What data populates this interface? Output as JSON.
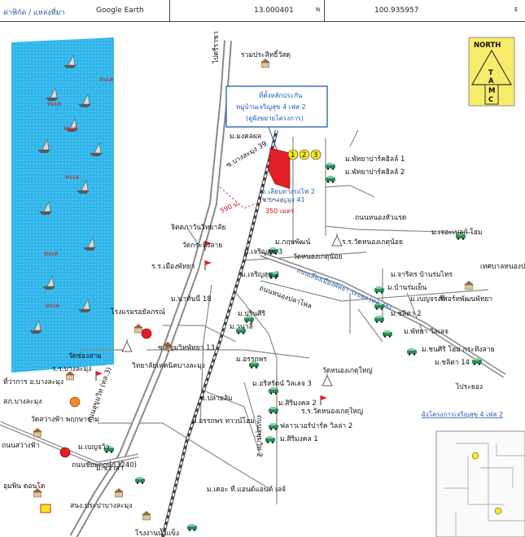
{
  "header": {
    "source_label": "ค่าพิกัด / แหล่งที่มา",
    "source_value": "Google Earth",
    "lat_value": "13.000401",
    "lat_unit": "N",
    "lon_value": "100.935957",
    "lon_unit": "E"
  },
  "north_badge": {
    "top": "NORTH",
    "letters": [
      "T",
      "A",
      "M",
      "C"
    ]
  },
  "sea": {
    "label": "ทะเล"
  },
  "callout": {
    "line1": "ที่ตั้งหลักประกัน",
    "line2": "หมู่บ้านเจริญสุข 4 เฟส 2",
    "line3": "(ดูผังขยายโครงการ)"
  },
  "numbered_markers": [
    "1",
    "2",
    "3"
  ],
  "labels": {
    "thepprasit_market": "รวมประสิทธิ์วัสดุ",
    "to_naklua": "ไปศรีราชา",
    "mongkol": "ม.มงคลผล",
    "soi_bang_lamung_39": "ซ.บางละมุง 39",
    "pattaya_park_1": "ม.พัทยาปาร์คฮิลล์ 1",
    "pattaya_park_2": "ม.พัทยาปาร์คฮิลล์ 2",
    "railway_road": "ถ.เลียบทางรถไฟ 2",
    "soi_bang_lamung_41": "ซ.บางละมุง 41",
    "distance_350": "350 เมตร",
    "distance_590": "590 ม.",
    "jitpawan": "จิตตภาวันวิทยาลัย",
    "wat_krathing": "วัดกระทิงลาย",
    "ror_ror_muang_pattaya": "ร.ร.เมืองพัทยา",
    "moo_krit": "ม.กฤษพัฒน์",
    "charoensuk_3": "ม.เจริญสุข 3",
    "charoensuk_2": "ม.เจริญสุข 2",
    "nong_hua_raet": "ถนนหนองหัวแรด",
    "wat_nong_ket_noi": "ร.ร.วัดหนองเกตุน้อย",
    "wat_nong_ket_noi2": "วัดหนองเกตุน้อย",
    "moo_jecee": "ม.เจอะเบลก์ โฮม",
    "nong_pla_lai": "เทศบาลหนองปลาไหล",
    "moo_natthanan": "ม.นาทันนี่ 18",
    "soi_nong_pla_lai": "ถนนหนองปลาไหล",
    "pattaya_rayong_road": "ถนนเลี่ยงเมืองพัทยา-ระยอง (ทล.36)",
    "pongkarn": "ม.จาริตร บ้านร่มไทร",
    "baan_nuan": "ม.บ้านร่มเย็น",
    "moo_benjarat": "ม.เบญจรงค์",
    "resort_pattaya": "รีสอร์ทพัฒนพัทยา",
    "moo_chalong": "ม.ชลิตา 2",
    "pattaya_village": "ม.พัทยา วิลเลจ",
    "moo_chonsiri": "ม.ชนศิริ โฮม กระทิงลาย",
    "moo_chonsiri_14": "ม.ชลิตา 14",
    "to_rayong": "ไประยอง",
    "moo_prinsiri": "ม.ปรินศิริ",
    "moo_wanadee": "ม.วนาลี",
    "hotel": "โรงแรมรอยัลภรณ์",
    "soi_sukhumvit_13": "ซ.สุขุมวิทพัทยา 13",
    "college": "วิทยาลัยเทคนิคบางละมุง",
    "moo_orrathorn": "ม.อรรถพร",
    "wat_nong_ket_yai": "วัดหนองเกตุใหญ่",
    "wat_chong_sam": "วัดช่องสาม",
    "school_bang_lamung": "ร.ร.บางละมุง",
    "sukhumvit": "ถนนสุขุมวิท (ทล.3)",
    "district_office": "ที่ว่าการ อ.บางละมุง",
    "police": "สภ.บางละมุง",
    "wat_suang_fa": "วัดสว่างฟ้า พฤกษาราม",
    "road_suang_fa": "ถนนสว่างฟ้า",
    "soi_plai_lom": "ซ.ปลายล้ม",
    "moo_arisa": "ม.อริสรัตน์ วิลเลจ 3",
    "moo_orrathorn_town": "ม.อรรถพร ทาวน์โฮม",
    "moo_sirimongkol_2": "ม.สิริมงคล 2",
    "wat_nong_ket_yai2": "ร.ร.วัดหนองเกตุใหญ่",
    "flower_garden": "ฟลาวเวอร์ปาร์ค วิลล่า 2",
    "moo_sirimongkol_1": "ม.สิริมงคล 1",
    "road_sukhumvit_2": "ถนนสุขุมวิท 2",
    "moo_baan_wiw": "ม.เบญจวิว",
    "road_chaiya": "ถนนชัยพฤกษ์ (3240)",
    "moo_chawala": "ม.ชวาลา",
    "umpun": "อุมพิน ดอนโด",
    "water_works": "สนง.ประปาบางละมุง",
    "moo_t_and": "ม.เดอะ ที.แอนด์แอนด์ เลจ์",
    "ice_factory": "โรงงานน้ำแข็ง",
    "expand_link": "ผังโครงการเจริญสุข 4 เฟส 2"
  },
  "colors": {
    "sea": "#2fb5ea",
    "main_road": "#8a8a8a",
    "railway": "#444444",
    "accent_red": "#e21f26",
    "marker_yellow": "#f7e81c",
    "callout_border": "#1f5fb0",
    "north_bg": "#f7eb6b"
  }
}
